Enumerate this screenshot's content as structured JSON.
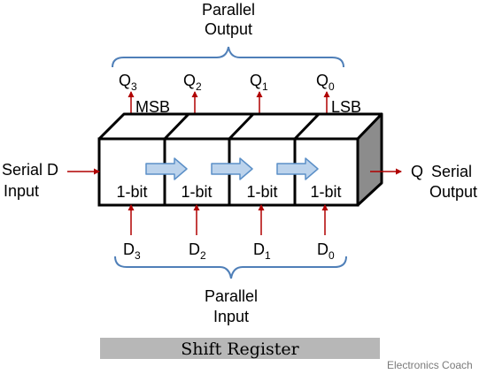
{
  "parallel_output": {
    "line1": "Parallel",
    "line2": "Output"
  },
  "parallel_input": {
    "line1": "Parallel",
    "line2": "Input"
  },
  "serial_input": {
    "line1": "Serial D",
    "line2": "Input"
  },
  "serial_output": {
    "q": "Q",
    "line1": "Serial",
    "line2": "Output"
  },
  "msb": "MSB",
  "lsb": "LSB",
  "outputs": [
    {
      "base": "Q",
      "sub": "3"
    },
    {
      "base": "Q",
      "sub": "2"
    },
    {
      "base": "Q",
      "sub": "1"
    },
    {
      "base": "Q",
      "sub": "0"
    }
  ],
  "inputs": [
    {
      "base": "D",
      "sub": "3"
    },
    {
      "base": "D",
      "sub": "2"
    },
    {
      "base": "D",
      "sub": "1"
    },
    {
      "base": "D",
      "sub": "0"
    }
  ],
  "cells": [
    "1-bit",
    "1-bit",
    "1-bit",
    "1-bit"
  ],
  "title": "Shift Register",
  "watermark": "Electronics Coach",
  "colors": {
    "arrow": "#b00000",
    "brace": "#4f7fb8",
    "shift_arrow_fill": "#bcd3ec",
    "shift_arrow_stroke": "#5b8fc7",
    "box_side": "#8c8c8c",
    "title_bar": "#b7b7b7"
  }
}
